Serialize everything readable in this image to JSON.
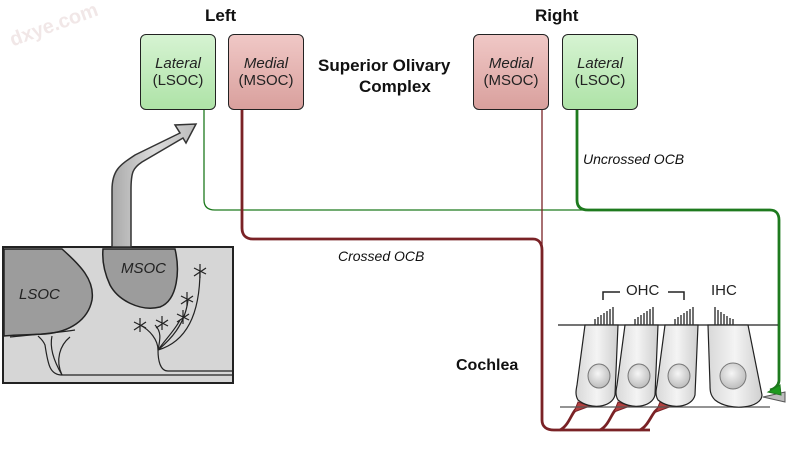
{
  "watermark": "dxye.com",
  "headings": {
    "left": "Left",
    "right": "Right",
    "center_line1": "Superior Olivary",
    "center_line2": "Complex"
  },
  "boxes": {
    "left_lateral": {
      "italic": "Lateral",
      "abbr": "(LSOC)"
    },
    "left_medial": {
      "italic": "Medial",
      "abbr": "(MSOC)"
    },
    "right_medial": {
      "italic": "Medial",
      "abbr": "(MSOC)"
    },
    "right_lateral": {
      "italic": "Lateral",
      "abbr": "(LSOC)"
    }
  },
  "pathway_labels": {
    "uncrossed": "Uncrossed OCB",
    "crossed": "Crossed OCB"
  },
  "inset": {
    "lsoc": "LSOC",
    "msoc": "MSOC"
  },
  "cochlea": {
    "label": "Cochlea",
    "ohc": "OHC",
    "ihc": "IHC"
  },
  "colors": {
    "lateral_green": "#1e7a1e",
    "medial_red": "#7a2226",
    "box_green": "#bfe9b8",
    "box_red": "#e3b2af"
  }
}
